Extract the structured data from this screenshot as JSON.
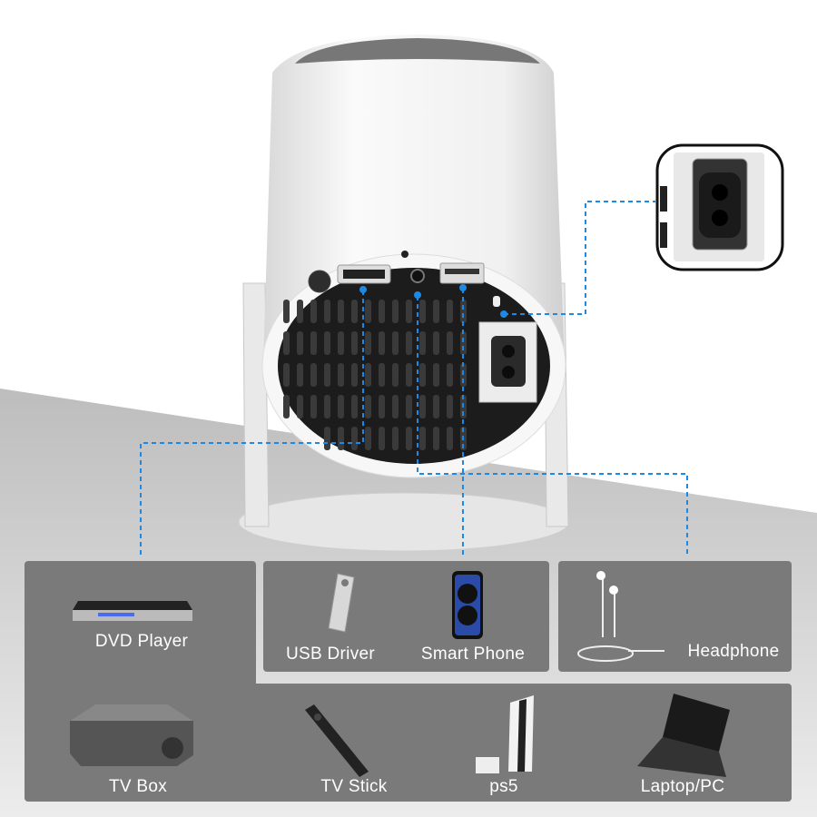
{
  "devices": {
    "dvd_player": "DVD Player",
    "usb_driver": "USB Driver",
    "smart_phone": "Smart Phone",
    "headphone": "Headphone",
    "tv_box": "TV Box",
    "tv_stick": "TV Stick",
    "ps5": "ps5",
    "laptop_pc": "Laptop/PC"
  },
  "colors": {
    "panel": "#7a7a7a",
    "connector_line": "#1e88e5",
    "body": "#f4f4f4",
    "port_face": "#1c1c1c"
  }
}
